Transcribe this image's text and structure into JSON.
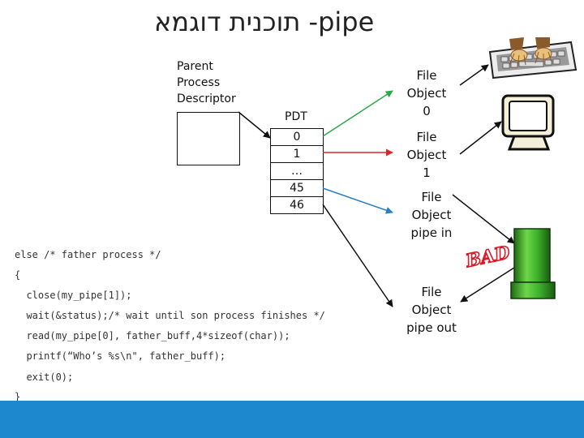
{
  "title": "תוכנית דוגמא -pipe",
  "parent_descriptor": {
    "lines": [
      "Parent",
      "Process",
      "Descriptor"
    ]
  },
  "pdt": {
    "label": "PDT",
    "rows": [
      "0",
      "1",
      "…",
      "45",
      "46"
    ]
  },
  "file_objects": [
    {
      "lines": [
        "File",
        "Object",
        "0"
      ]
    },
    {
      "lines": [
        "File",
        "Object",
        "1"
      ]
    },
    {
      "lines": [
        "File",
        "Object",
        "pipe in"
      ]
    },
    {
      "lines": [
        "File",
        "Object",
        "pipe out"
      ]
    }
  ],
  "code_lines": [
    "else /* father process */",
    "{",
    "  close(my_pipe[1]);",
    "  wait(&status);/* wait until son process finishes */",
    "  read(my_pipe[0], father_buff,4*sizeof(char));",
    "  printf(“Who’s %s\\n\", father_buff);",
    "  exit(0);",
    "}"
  ],
  "bad_stamp": "BAD",
  "icons": [
    "keyboard-icon",
    "monitor-icon",
    "pipe-icon",
    "bad-stamp-icon"
  ],
  "colors": {
    "arrow_0": "#2aa84a",
    "arrow_1": "#d8262e",
    "arrow_45": "#2a7fc4",
    "arrow_46": "#111111",
    "footer": "#1e88cf",
    "pipe_green": "#3cb02c"
  }
}
